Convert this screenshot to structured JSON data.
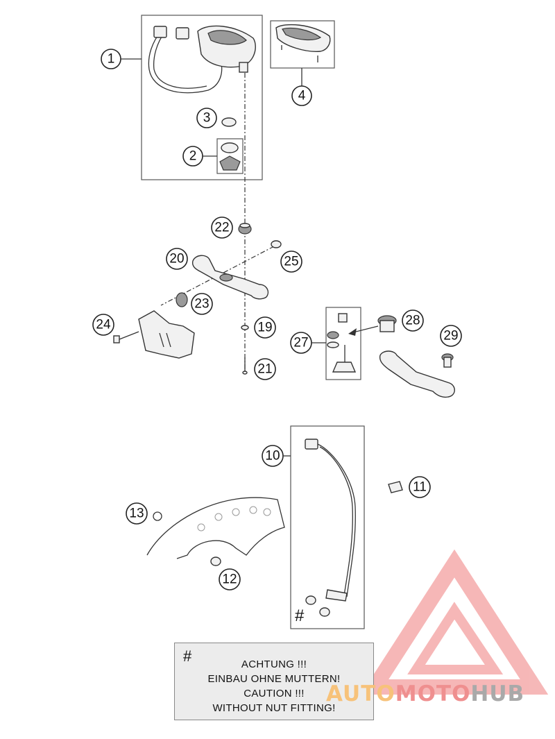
{
  "callouts": [
    {
      "id": "1",
      "label": "1"
    },
    {
      "id": "2",
      "label": "2"
    },
    {
      "id": "3",
      "label": "3"
    },
    {
      "id": "4",
      "label": "4"
    },
    {
      "id": "10",
      "label": "10"
    },
    {
      "id": "11",
      "label": "11"
    },
    {
      "id": "12",
      "label": "12"
    },
    {
      "id": "13",
      "label": "13"
    },
    {
      "id": "19",
      "label": "19"
    },
    {
      "id": "20",
      "label": "20"
    },
    {
      "id": "21",
      "label": "21"
    },
    {
      "id": "22",
      "label": "22"
    },
    {
      "id": "23",
      "label": "23"
    },
    {
      "id": "24",
      "label": "24"
    },
    {
      "id": "25",
      "label": "25"
    },
    {
      "id": "27",
      "label": "27"
    },
    {
      "id": "28",
      "label": "28"
    },
    {
      "id": "29",
      "label": "29"
    }
  ],
  "note": {
    "symbol": "#",
    "lines": [
      "ACHTUNG !!!",
      "EINBAU OHNE MUTTERN!",
      "CAUTION !!!",
      "WITHOUT NUT FITTING!"
    ]
  },
  "hash_marker": "#",
  "watermark": {
    "part1": "AUTO",
    "part2": "MOTO",
    "part3": "HUB",
    "colors": {
      "auto": "#f7c27a",
      "moto": "#ef8f8f",
      "hub": "#a9a9a9",
      "logo": "#ef7d7d"
    }
  }
}
